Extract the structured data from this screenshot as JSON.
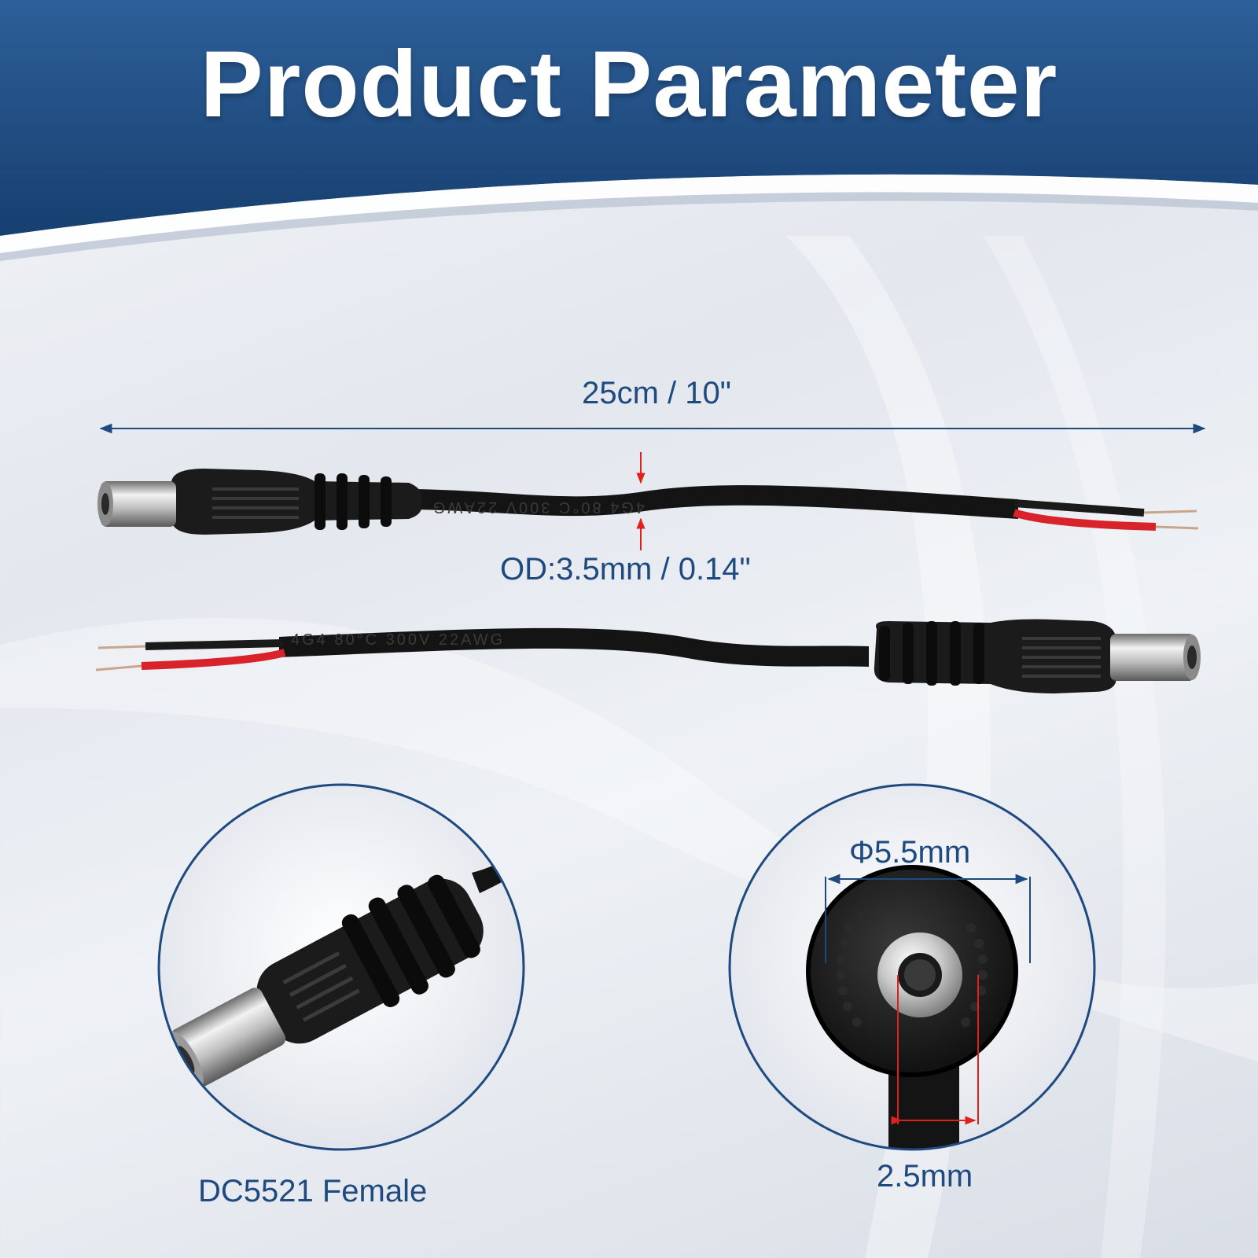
{
  "page": {
    "title": "Product Parameter"
  },
  "dimensions": {
    "length": "25cm / 10\"",
    "outer_diameter": "OD:3.5mm / 0.14\"",
    "plug_diameter": "Φ5.5mm",
    "inner_diameter": "2.5mm"
  },
  "detail": {
    "connector_type": "DC5521 Female"
  },
  "cable": {
    "print_text": "4G4  80°C  300V  22AWG"
  },
  "colors": {
    "banner": "#1f4f86",
    "label": "#1e4a7f",
    "marker": "#e0201a",
    "cable": "#141414",
    "wire_red": "#d8232a"
  },
  "icons": {
    "arrow": "double-headed-arrow",
    "marker": "red-arrow"
  }
}
